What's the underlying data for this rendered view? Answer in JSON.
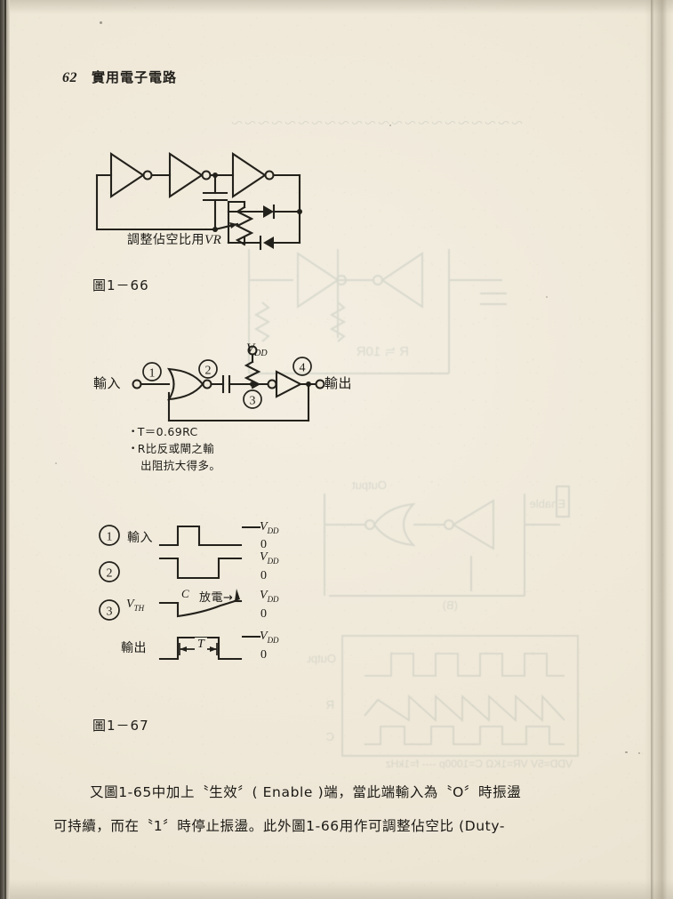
{
  "page": {
    "number": "62",
    "running_title": "實用電子電路"
  },
  "figures": [
    {
      "id": "fig-1-66",
      "caption": "圖1－66",
      "inline_label": "調整佔空比用",
      "inline_label_italic": "VR",
      "components": [
        "inverter",
        "inverter",
        "inverter",
        "capacitor",
        "variable-resistor",
        "diode",
        "diode"
      ]
    },
    {
      "id": "fig-1-67",
      "caption": "圖1－67",
      "input_label": "輸入",
      "output_label": "輸出",
      "supply_label": "VDD",
      "nodes": [
        "1",
        "2",
        "3",
        "4"
      ],
      "notes": [
        "T＝0.69RC",
        "R比反或閘之輸出阻抗大得",
        "多。"
      ],
      "note_line1": "T＝0.69RC",
      "note_line2": "R比反或閘之輸",
      "note_line3": "出阻抗大得多。",
      "waveforms": [
        {
          "node": "1",
          "name": "輸入",
          "high_label": "VDD",
          "low_label": "0"
        },
        {
          "node": "2",
          "name": "",
          "high_label": "VDD",
          "low_label": "0"
        },
        {
          "node": "3",
          "name": "VTH",
          "high_label": "VDD",
          "low_label": "0",
          "annotation_c": "C",
          "annotation_text": "放電"
        },
        {
          "node": "",
          "name": "輸出",
          "high_label": "VDD",
          "low_label": "0",
          "period_label": "T"
        }
      ]
    }
  ],
  "body": {
    "line1": "又圖1-65中加上〝生效〞( Enable )端，當此端輸入為〝O〞時振盪",
    "line2": "可持續，而在〝1〞時停止振盪。此外圖1-66用作可調整佔空比 (Duty-"
  },
  "bleed_through": {
    "label_output_top": "Output",
    "label_enable": "Enable",
    "label_r_10r": "R ≒ 10R",
    "label_output_bottom": "Output",
    "label_params": "VDD=5V VR=1KΩ C=1000p ---- f=1kHz",
    "label_b": "(B)"
  },
  "colors": {
    "paper": "#efe9da",
    "ink": "#23211b",
    "bleed": "#5d7a78",
    "edge_dark": "#3a372f"
  }
}
